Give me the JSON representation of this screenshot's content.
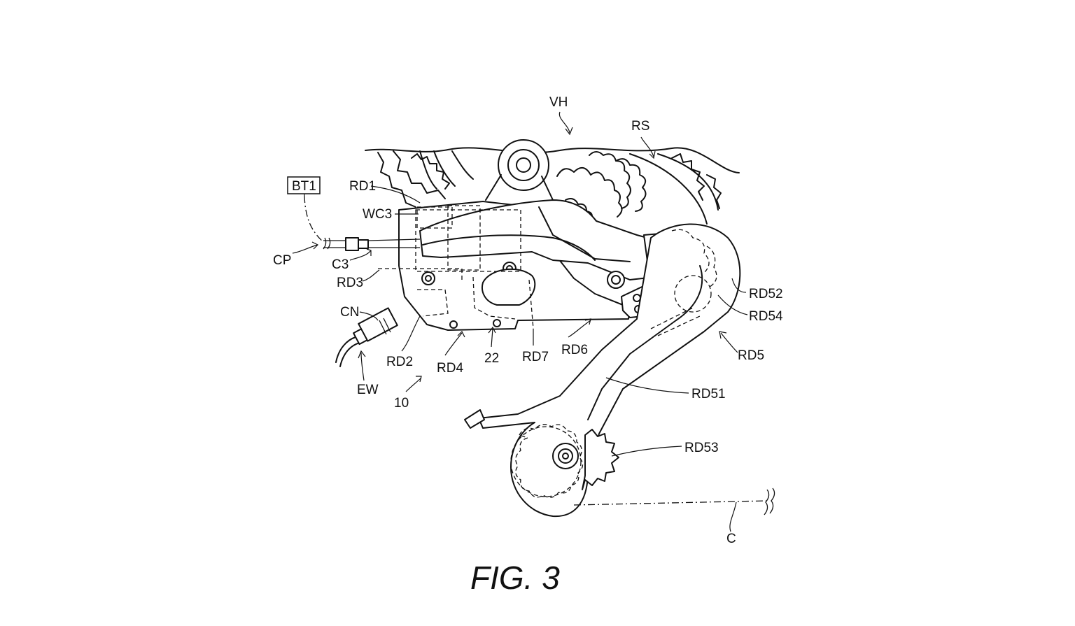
{
  "figure_title": "FIG. 3",
  "labels": {
    "vh": "VH",
    "rs": "RS",
    "bt1": "BT1",
    "rd1": "RD1",
    "wc3": "WC3",
    "cp": "CP",
    "c3": "C3",
    "rd3": "RD3",
    "cn": "CN",
    "rd2": "RD2",
    "rd4": "RD4",
    "n22": "22",
    "rd7": "RD7",
    "rd6": "RD6",
    "rd52": "RD52",
    "rd54": "RD54",
    "rd5": "RD5",
    "ew": "EW",
    "n10": "10",
    "rd51": "RD51",
    "rd53": "RD53",
    "c": "C"
  },
  "colors": {
    "line": "#111111",
    "background": "#ffffff"
  }
}
